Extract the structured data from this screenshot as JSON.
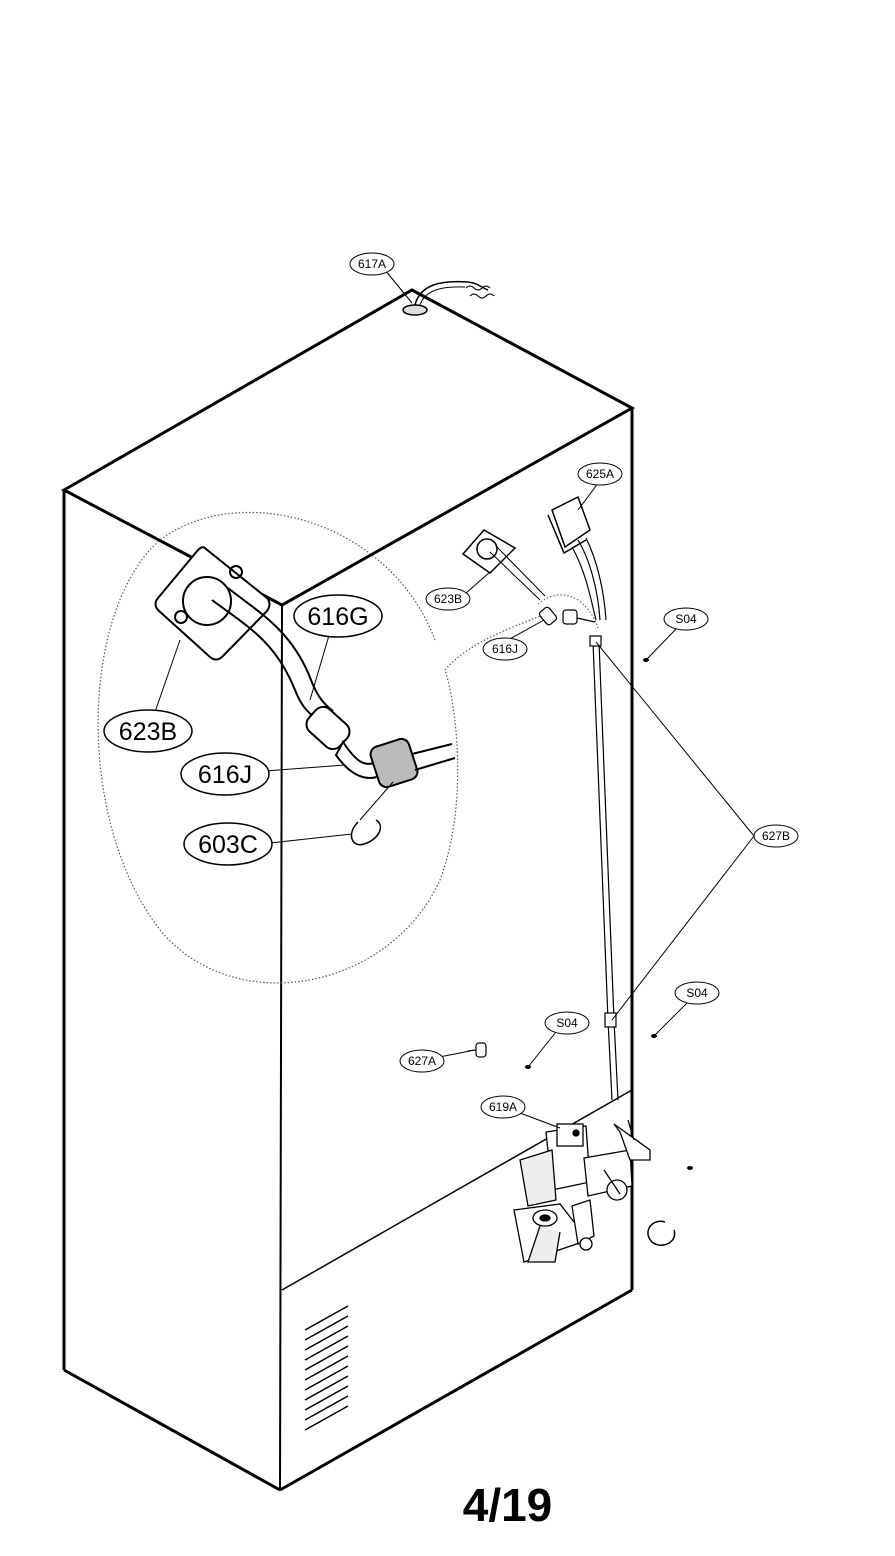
{
  "callouts": {
    "c617A": "617A",
    "c625A": "625A",
    "c623B_small": "623B",
    "c616J_small": "616J",
    "cS04_a": "S04",
    "c627B": "627B",
    "cS04_b": "S04",
    "cS04_c": "S04",
    "c627A": "627A",
    "c619A": "619A"
  },
  "detail": {
    "c616G": "616G",
    "c623B": "623B",
    "c616J": "616J",
    "c603C": "603C"
  },
  "page_number": "4/19"
}
